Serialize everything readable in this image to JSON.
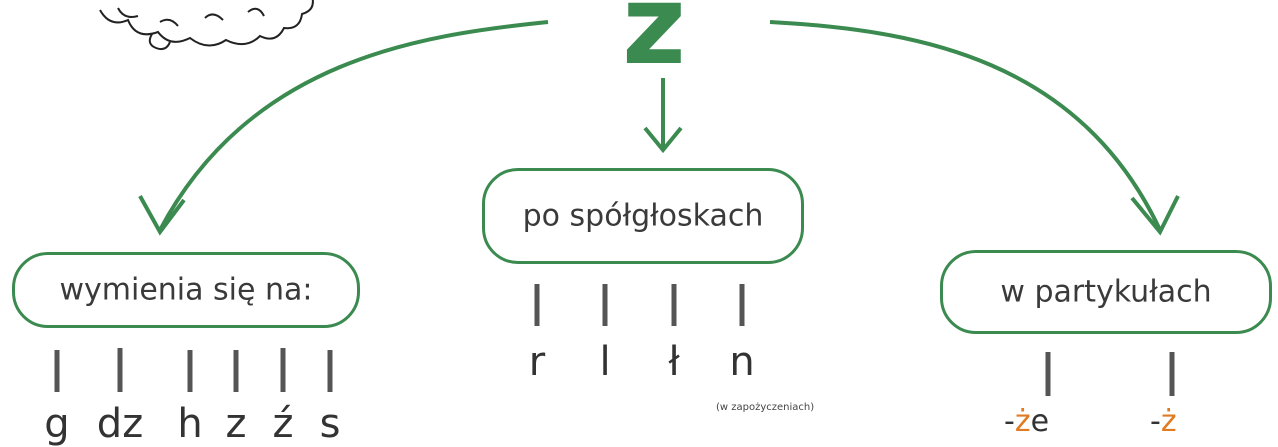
{
  "center_letter": "ż",
  "branches": {
    "left": {
      "label": "wymienia się na:",
      "items": [
        "g",
        "dz",
        "h",
        "z",
        "ź",
        "s"
      ]
    },
    "middle": {
      "label": "po spółgłoskach",
      "items": [
        "r",
        "l",
        "ł",
        "n"
      ],
      "note": "(w zapożyczeniach)"
    },
    "right": {
      "label": "w partykułach",
      "items": [
        {
          "prefix": "-",
          "accent": "ż",
          "rest": "e"
        },
        {
          "prefix": "-",
          "accent": "ż",
          "rest": ""
        }
      ]
    }
  },
  "colors": {
    "accent_green": "#3b8a4f",
    "ending_orange": "#e07b22",
    "line_gray": "#555555"
  }
}
